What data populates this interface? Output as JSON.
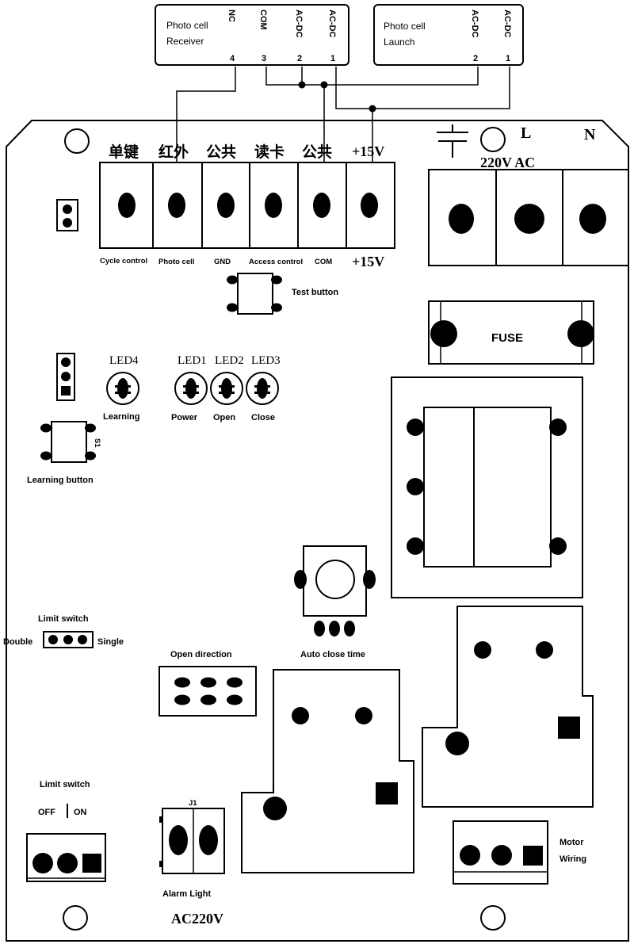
{
  "receiver": {
    "title_line1": "Photo cell",
    "title_line2": "Receiver",
    "pins": [
      "NC",
      "COM",
      "AC-DC",
      "AC-DC"
    ],
    "pin_numbers": [
      "4",
      "3",
      "2",
      "1"
    ]
  },
  "launcher": {
    "title_line1": "Photo cell",
    "title_line2": "Launch",
    "pins": [
      "AC-DC",
      "AC-DC"
    ],
    "pin_numbers": [
      "2",
      "1"
    ]
  },
  "terminal_block": {
    "cn_labels": [
      "单键",
      "红外",
      "公共",
      "读卡",
      "公共",
      "+15V"
    ],
    "en_labels": [
      "Cycle control",
      "Photo cell",
      "GND",
      "Access control",
      "COM",
      "+15V"
    ]
  },
  "power": {
    "label_L": "L",
    "label_N": "N",
    "label_voltage": "220V AC"
  },
  "test_button": "Test button",
  "fuse": "FUSE",
  "leds": {
    "led4": "LED4",
    "led4_caption": "Learning",
    "led1": "LED1",
    "led1_caption": "Power",
    "led2": "LED2",
    "led2_caption": "Open",
    "led3": "LED3",
    "led3_caption": "Close"
  },
  "learning_button": "Learning button",
  "s1": "S1",
  "limit_switch_top": {
    "title": "Limit switch",
    "left": "Double",
    "right": "Single"
  },
  "open_direction": "Open direction",
  "auto_close_time": "Auto close time",
  "limit_switch_bottom": {
    "title": "Limit switch",
    "off": "OFF",
    "on": "ON"
  },
  "alarm": {
    "j1": "J1",
    "label": "Alarm Light",
    "voltage": "AC220V"
  },
  "motor": {
    "line1": "Motor",
    "line2": "Wiring"
  }
}
